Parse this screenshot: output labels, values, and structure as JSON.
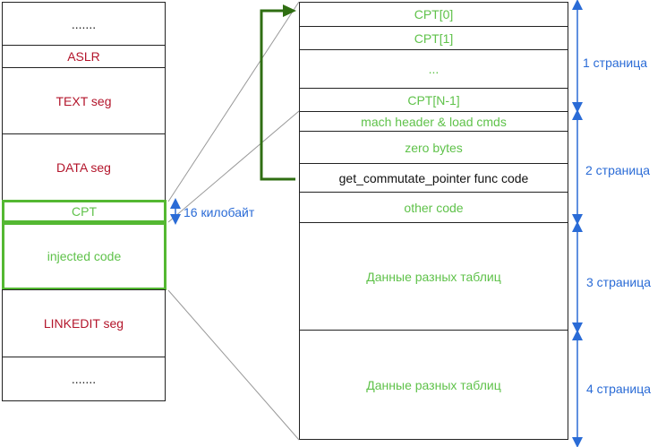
{
  "left_column": {
    "top_dots": ".......",
    "aslr": "ASLR",
    "text_seg": "TEXT seg",
    "data_seg": "DATA seg",
    "cpt": "CPT",
    "injected_code": "injected code",
    "linkedit_seg": "LINKEDIT seg",
    "bottom_dots": "......."
  },
  "cpt_size_label": "16 килобайт",
  "right_column": {
    "cpt0": "CPT[0]",
    "cpt1": "CPT[1]",
    "ellipsis": "...",
    "cptn": "CPT[N-1]",
    "mach_header": "mach header & load cmds",
    "zero_bytes": "zero bytes",
    "get_commutate": "get_commutate_pointer func code",
    "other_code": "other code",
    "tables1": "Данные разных таблиц",
    "tables2": "Данные разных таблиц"
  },
  "pages": {
    "p1": "1 страница",
    "p2": "2 страница",
    "p3": "3 страница",
    "p4": "4 страница"
  },
  "colors": {
    "segment_red": "#b3152b",
    "green_text": "#5fc24a",
    "highlight_green": "#54b832",
    "arrow_dark_green": "#2f6e12",
    "blue": "#2a6bd6"
  }
}
